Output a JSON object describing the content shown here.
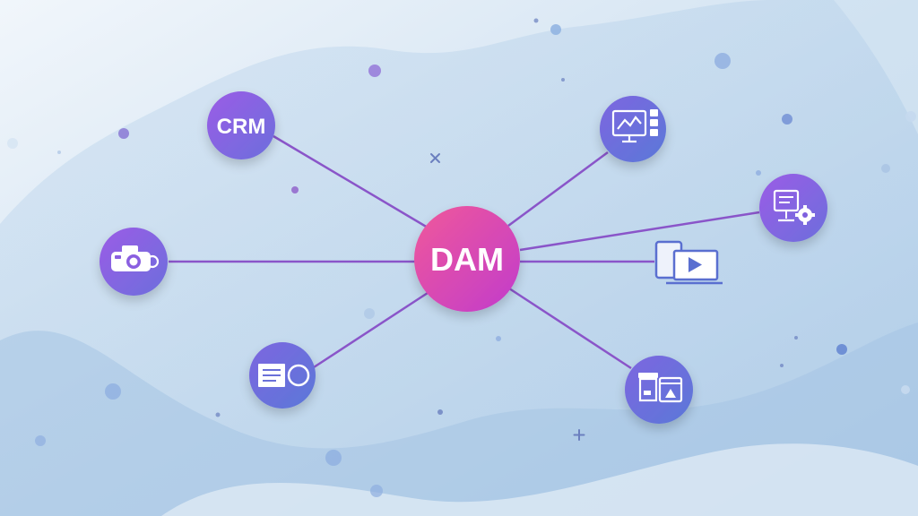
{
  "diagram": {
    "hub": {
      "label": "DAM"
    },
    "nodes": [
      {
        "id": "crm",
        "label": "CRM",
        "icon": "text-label"
      },
      {
        "id": "analytics",
        "label": "",
        "icon": "monitor-chart-icon"
      },
      {
        "id": "server-settings",
        "label": "",
        "icon": "server-gear-icon"
      },
      {
        "id": "devices",
        "label": "",
        "icon": "devices-video-icon"
      },
      {
        "id": "commerce",
        "label": "",
        "icon": "storefront-icon"
      },
      {
        "id": "content",
        "label": "",
        "icon": "document-circle-icon"
      },
      {
        "id": "camera",
        "label": "",
        "icon": "camera-icon"
      }
    ]
  },
  "colors": {
    "background_light": "#eef4fa",
    "background_blue": "#bcd5ec",
    "node_purple": "#8b5cf6",
    "node_indigo": "#6a6fd8",
    "hub_pink": "#e8559b",
    "hub_magenta": "#c33bc9",
    "connector": "#8a55c9"
  }
}
